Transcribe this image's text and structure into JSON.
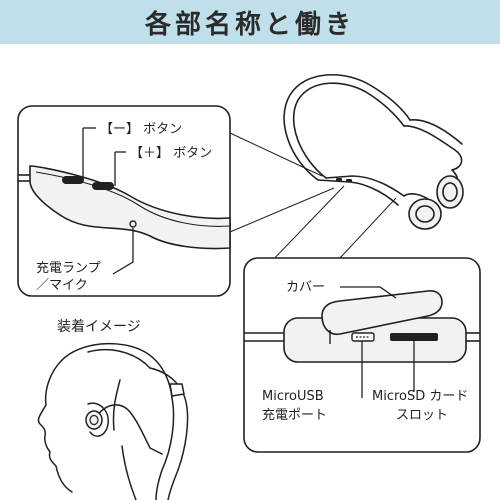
{
  "header": {
    "title": "各部名称と働き",
    "background_color": "#bfe0ea"
  },
  "labels": {
    "minus_button": "【ー】 ボタン",
    "plus_button": "【＋】 ボタン",
    "led_mic_line1": "充電ランプ",
    "led_mic_line2": "／マイク",
    "wearing_image": "装着イメージ",
    "cover": "カバー",
    "microusb_line1": "MicroUSB",
    "microusb_line2": "充電ポート",
    "microsd_line1": "MicroSD カード",
    "microsd_line2": "スロット"
  },
  "colors": {
    "ink": "#231f20",
    "panel_fill": "#ffffff",
    "product_fill": "#f2f2f2"
  }
}
